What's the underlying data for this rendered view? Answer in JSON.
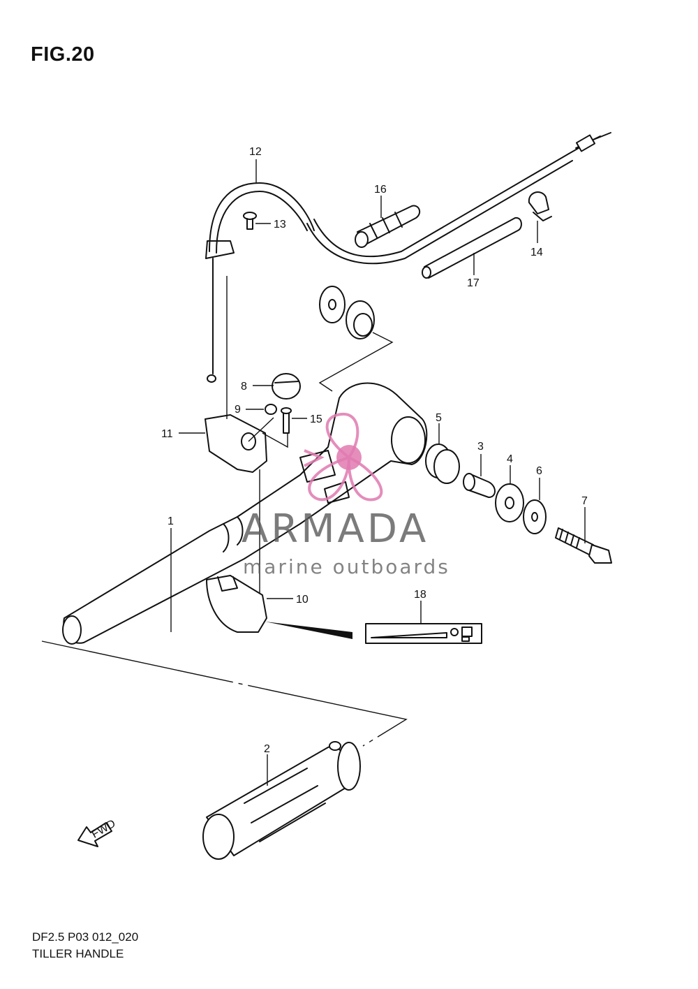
{
  "figure": {
    "title": "FIG.20",
    "code": "DF2.5 P03 012_020",
    "name": "TILLER HANDLE"
  },
  "callouts": [
    "1",
    "2",
    "3",
    "4",
    "5",
    "6",
    "7",
    "8",
    "9",
    "10",
    "11",
    "12",
    "13",
    "14",
    "15",
    "16",
    "17",
    "18"
  ],
  "direction_label": "FWD",
  "watermark": {
    "brand": "ARMADA",
    "tagline": "marine outboards",
    "accent_color": "#e07ab0"
  }
}
